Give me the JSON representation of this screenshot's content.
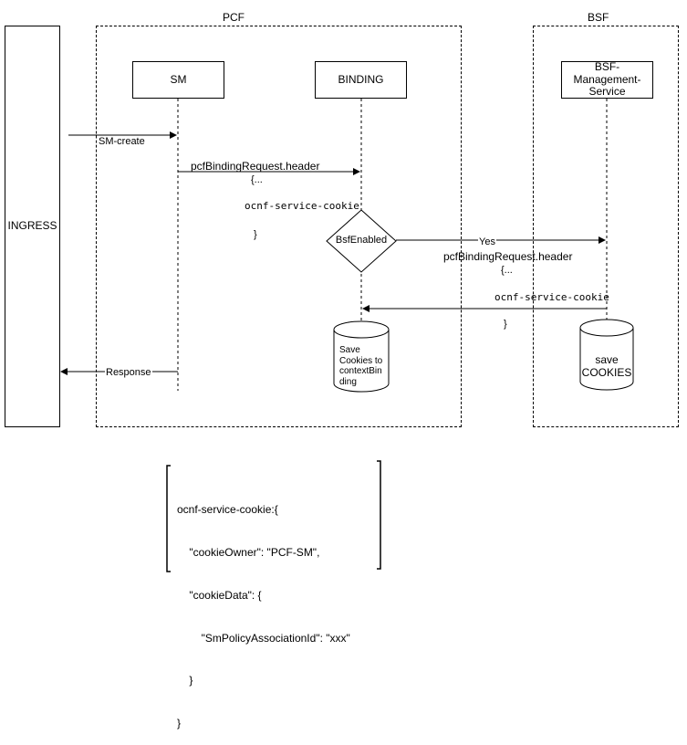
{
  "groups": {
    "pcf": "PCF",
    "bsf": "BSF"
  },
  "participants": {
    "ingress": "INGRESS",
    "sm": "SM",
    "binding": "BINDING",
    "bsf_service_line1": "BSF-",
    "bsf_service_line2": "Management-",
    "bsf_service_line3": "Service"
  },
  "messages": {
    "sm_create": "SM-create",
    "binding_request_1": "pcfBindingRequest.header",
    "binding_request_1_open": "{...",
    "binding_request_1_cookie": "ocnf-service-cookie",
    "binding_request_1_close": "}",
    "decision": "BsfEnabled",
    "yes": "Yes",
    "binding_request_2": "pcfBindingRequest.header",
    "binding_request_2_open": "{...",
    "binding_request_2_cookie": "ocnf-service-cookie",
    "binding_request_2_close": "}",
    "response": "Response"
  },
  "stores": {
    "context_line1": "Save",
    "context_line2": "Cookies to",
    "context_line3": "contextBin",
    "context_line4": "ding",
    "bsf_line1": "save",
    "bsf_line2": "COOKIES"
  },
  "note": {
    "line1": "ocnf-service-cookie:{",
    "line2": "    \"cookieOwner\": \"PCF-SM\",",
    "line3": "    \"cookieData\": {",
    "line4": "        \"SmPolicyAssociationId\": \"xxx\"",
    "line5": "    }",
    "line6": "}"
  }
}
